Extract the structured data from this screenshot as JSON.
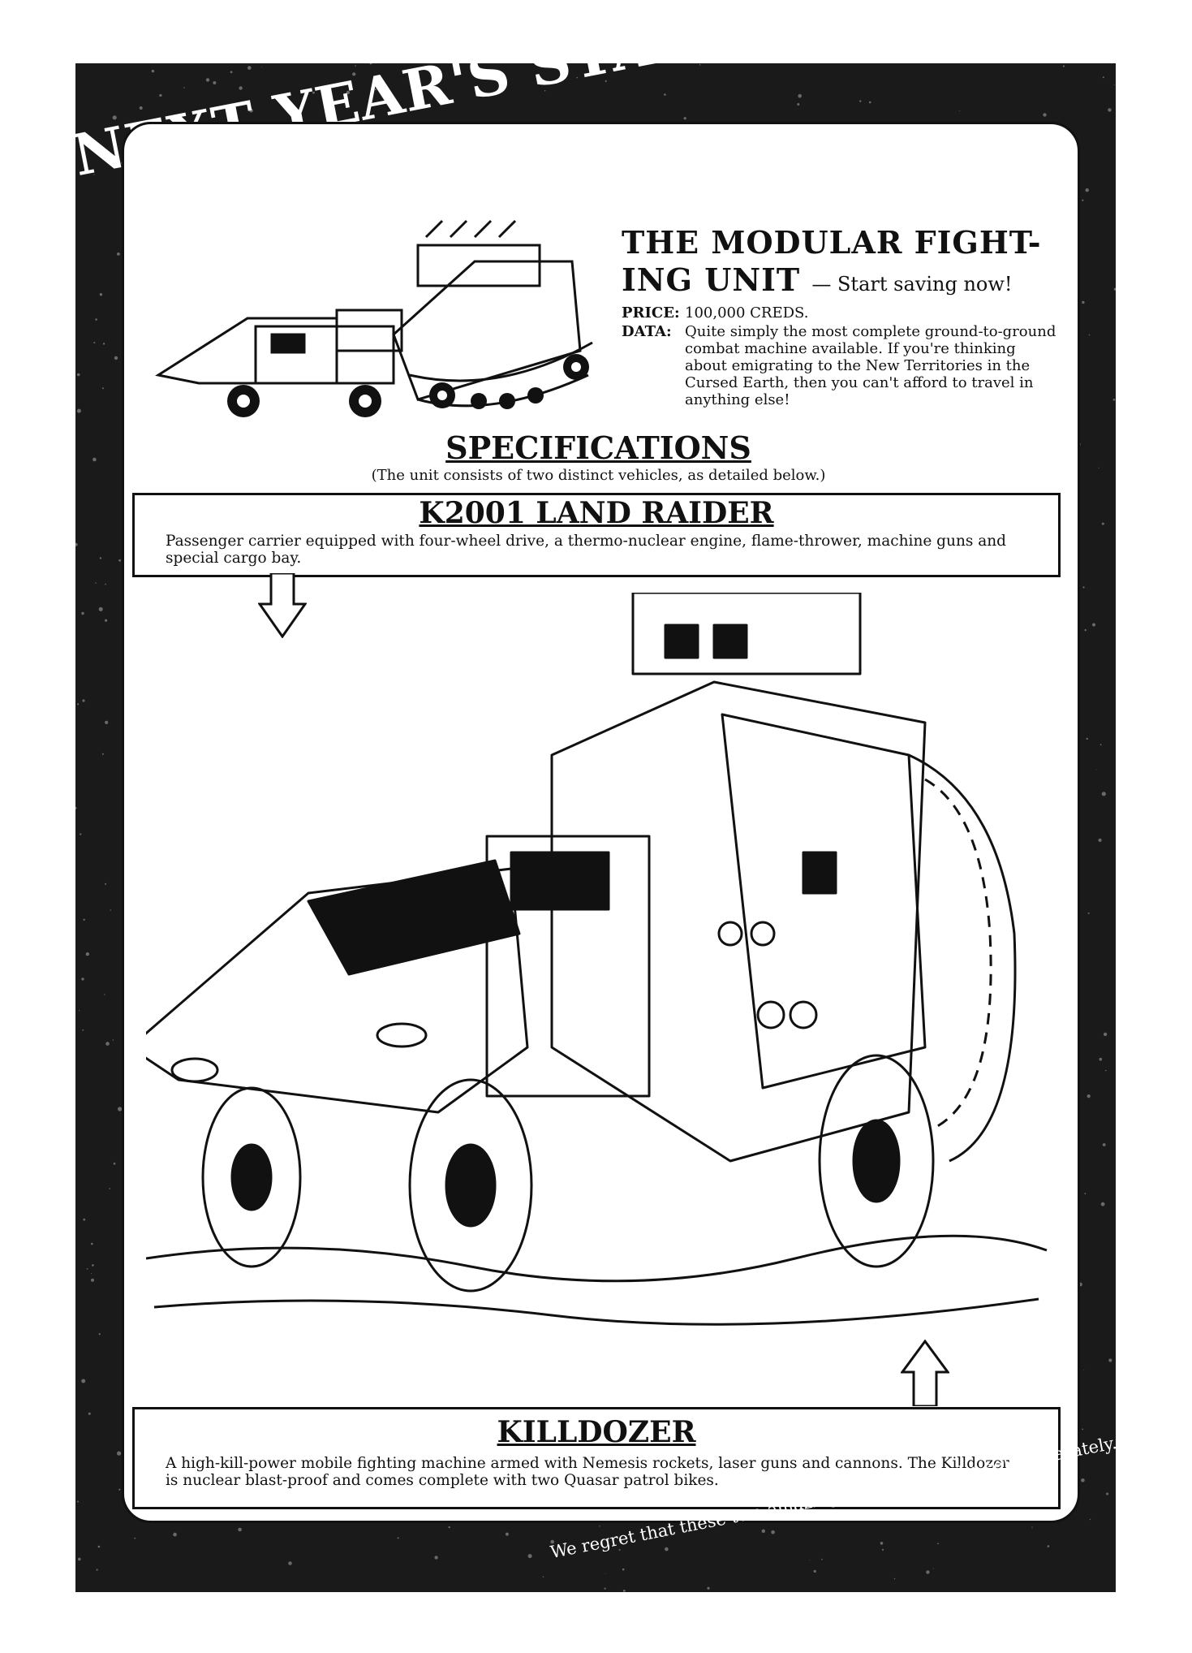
{
  "banner": {
    "title": "NEXT YEAR'S STAR BUY"
  },
  "product": {
    "title_line1": "THE MODULAR FIGHT-",
    "title_line2": "ING UNIT",
    "subtitle": "— Start saving now!",
    "price_label": "PRICE:",
    "price_value": "100,000 CREDS.",
    "data_label": "DATA:",
    "data_value": "Quite simply the most complete ground-to-ground combat machine available. If you're thinking about emigrating to the New Territories in the Cursed Earth, then you can't afford to travel in anything else!"
  },
  "specifications": {
    "title": "SPECIFICATIONS",
    "note": "(The unit consists of two distinct vehicles, as detailed below.)"
  },
  "vehicle1": {
    "title": "K2001 LAND RAIDER",
    "description": "Passenger carrier equipped with four-wheel drive, a thermo-nuclear engine, flame-thrower, machine guns and special cargo bay."
  },
  "vehicle2": {
    "title": "KILLDOZER",
    "description": "A high-kill-power mobile fighting machine armed with Nemesis rockets, laser guns and cannons. The Killdozer is nuclear blast-proof and comes complete with two Quasar patrol bikes."
  },
  "footer": {
    "note": "We regret that these two amazing items cannot be sold separately."
  },
  "colors": {
    "ink": "#111111",
    "paper": "#ffffff",
    "frame": "#1a1a1a"
  }
}
